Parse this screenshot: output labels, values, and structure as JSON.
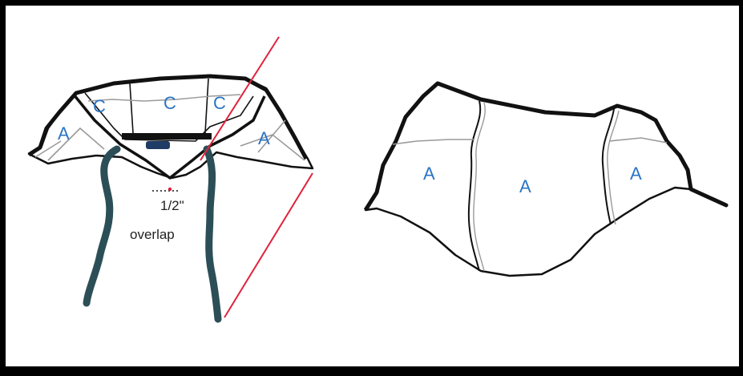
{
  "colors": {
    "frame": "#000000",
    "outline": "#111111",
    "seam": "#9a9a9a",
    "label": "#2b74c4",
    "drawstring": "#2c4f57",
    "guide_line": "#e0223c",
    "eyelet": "#1f3c66"
  },
  "left_hood": {
    "labels": {
      "c_left": "C",
      "c_middle": "C",
      "c_right": "C",
      "a_left": "A",
      "a_right": "A"
    },
    "annotation": {
      "measure": "1/2\"",
      "word": "overlap"
    }
  },
  "right_hood": {
    "labels": {
      "a_left": "A",
      "a_middle": "A",
      "a_right": "A"
    }
  }
}
